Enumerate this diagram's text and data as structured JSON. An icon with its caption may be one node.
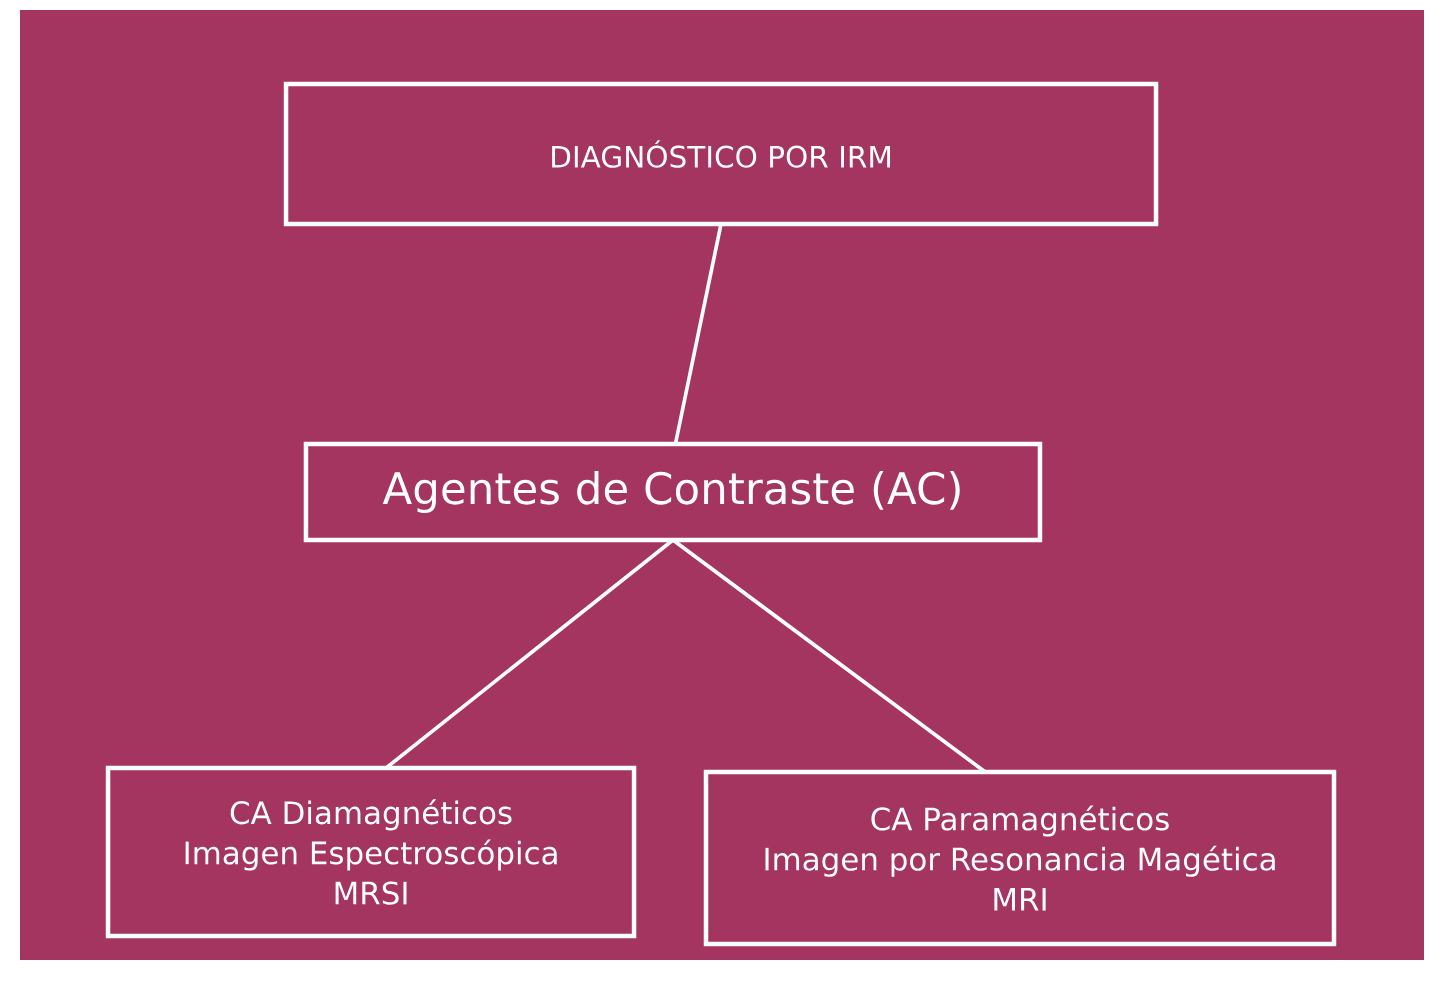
{
  "diagram": {
    "nodes": [
      {
        "text": [
          "DIAGNÓSTICO POR IRM"
        ]
      },
      {
        "text": [
          "Agentes de Contraste (AC)"
        ]
      },
      {
        "text": [
          "CA Diamagnéticos",
          "Imagen Espectroscópica",
          "MRSI"
        ]
      },
      {
        "text": [
          "CA Paramagnéticos",
          "Imagen por Resonancia Magética",
          "MRI"
        ]
      }
    ],
    "edges": [
      {
        "from": 0,
        "to": 1,
        "arrow": "none"
      },
      {
        "from": 1,
        "to": 2,
        "arrow": "none"
      },
      {
        "from": 1,
        "to": 3,
        "arrow": "none"
      }
    ]
  }
}
